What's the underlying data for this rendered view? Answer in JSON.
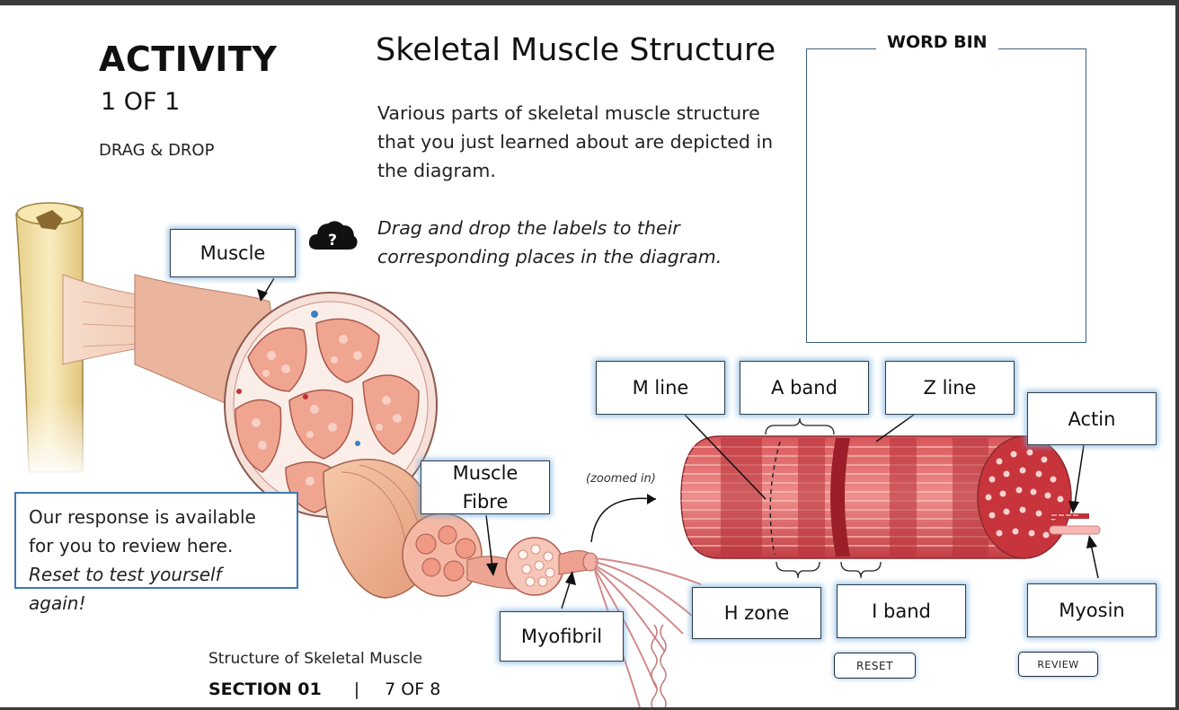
{
  "activity": {
    "title": "ACTIVITY",
    "count": "1 OF 1",
    "type": "DRAG & DROP"
  },
  "heading": "Skeletal Muscle Structure",
  "description": "Various parts of skeletal muscle structure that you just learned about are depicted in the diagram.",
  "instruction": "Drag and drop the labels to their corresponding places in the diagram.",
  "word_bin": {
    "title": "WORD BIN"
  },
  "help_icon": "help-cloud-icon",
  "labels": {
    "muscle": "Muscle",
    "muscle_fibre_line1": "Muscle",
    "muscle_fibre_line2": "Fibre",
    "myofibril": "Myofibril",
    "m_line": "M line",
    "a_band": "A band",
    "z_line": "Z line",
    "actin": "Actin",
    "h_zone": "H zone",
    "i_band": "I band",
    "myosin": "Myosin"
  },
  "zoom_note": "(zoomed in)",
  "review_note": {
    "line1": "Our response is available",
    "line2": "for you to review here.",
    "line3": "Reset to test yourself again!"
  },
  "buttons": {
    "reset": "RESET",
    "review": "REVIEW"
  },
  "footer": {
    "title": "Structure of Skeletal Muscle",
    "section": "SECTION 01",
    "separator": "|",
    "page": "7 OF 8"
  },
  "colors": {
    "accent_border": "#3d78b3",
    "muscle_red": "#c8444a",
    "tendon": "#f0c8b0",
    "bone": "#f3e2a8"
  }
}
